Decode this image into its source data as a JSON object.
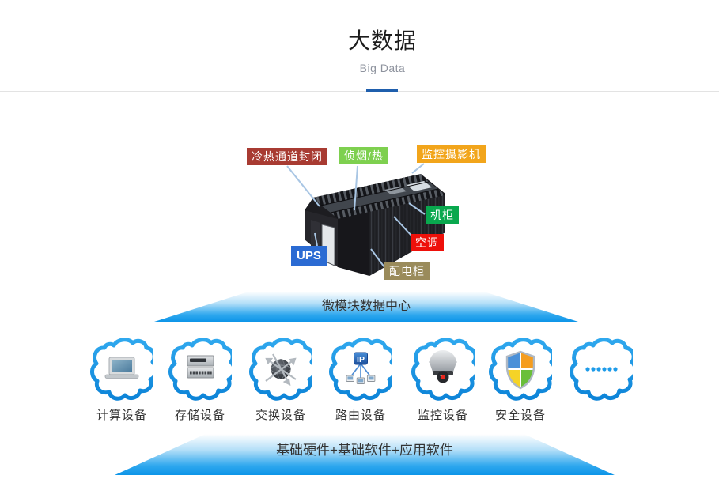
{
  "header": {
    "title": "大数据",
    "subtitle": "Big Data",
    "accent_color": "#1f5fad"
  },
  "diagram": {
    "banner": {
      "label": "微模块数据中心"
    },
    "callouts": [
      {
        "name": "cold-hot-aisle-containment",
        "label": "冷热通道封闭",
        "color": "#a83b32"
      },
      {
        "name": "smoke-heat-detector",
        "label": "侦烟/热",
        "color": "#7ed04f"
      },
      {
        "name": "surveillance-camera",
        "label": "监控摄影机",
        "color": "#f2a51b"
      },
      {
        "name": "cabinet",
        "label": "机柜",
        "color": "#09a84e"
      },
      {
        "name": "air-conditioner",
        "label": "空调",
        "color": "#ee100a"
      },
      {
        "name": "ups",
        "label": "UPS",
        "color": "#2b6bd3"
      },
      {
        "name": "power-distribution-cabinet",
        "label": "配电柜",
        "color": "#9a8b5b"
      }
    ]
  },
  "devices": {
    "router_badge": "IP",
    "items": [
      {
        "label": "计算设备",
        "icon": "laptop-icon"
      },
      {
        "label": "存储设备",
        "icon": "storage-server-icon"
      },
      {
        "label": "交换设备",
        "icon": "network-switch-icon"
      },
      {
        "label": "路由设备",
        "icon": "ip-router-icon"
      },
      {
        "label": "监控设备",
        "icon": "cctv-camera-icon"
      },
      {
        "label": "安全设备",
        "icon": "security-shield-icon"
      },
      {
        "label": "",
        "icon": "ellipsis-dots-icon"
      }
    ]
  },
  "bottom_banner": {
    "label": "基础硬件+基础软件+应用软件"
  }
}
